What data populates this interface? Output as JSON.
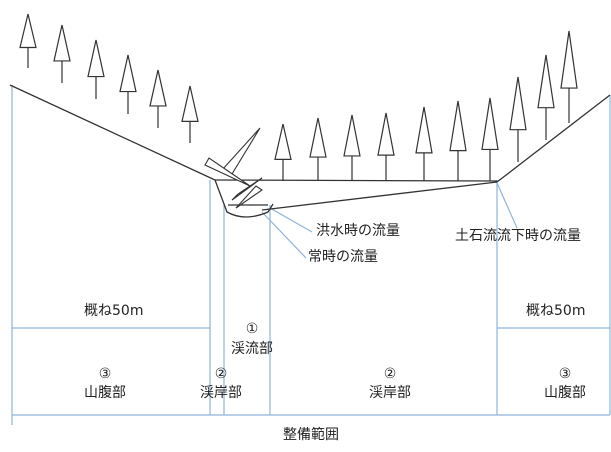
{
  "labels": {
    "flood_flow": "洪水時の流量",
    "normal_flow": "常時の流量",
    "debris_flow": "土石流流下時の流量",
    "approx_left": "概ね50m",
    "approx_right": "概ね50m",
    "zone1_num": "①",
    "zone1_name": "渓流部",
    "zone2_left_num": "②",
    "zone2_left_name": "渓岸部",
    "zone2_right_num": "②",
    "zone2_right_name": "渓岸部",
    "zone3_left_num": "③",
    "zone3_left_name": "山腹部",
    "zone3_right_num": "③",
    "zone3_right_name": "山腹部",
    "maintenance_range": "整備範囲"
  },
  "colors": {
    "ground_line": "#333333",
    "tree_outline": "#333333",
    "guide_line": "#8fb4d9",
    "leader_line": "#8fb4d9"
  },
  "icons": [
    "conifer-tree-icon",
    "fallen-tree-icon"
  ]
}
